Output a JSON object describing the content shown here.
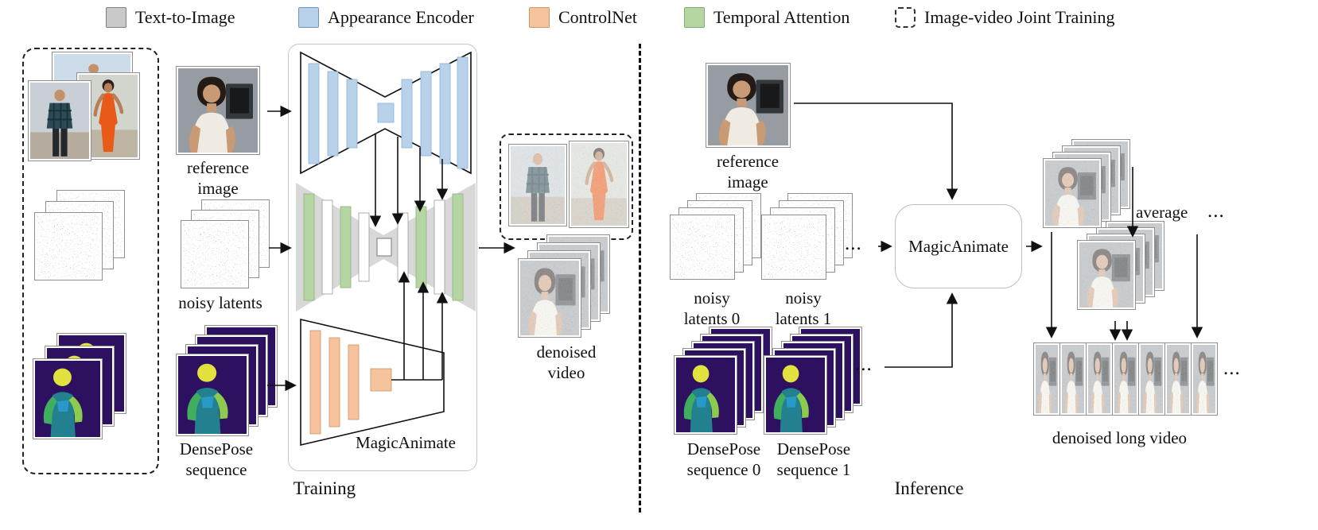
{
  "legend": {
    "items": [
      {
        "label": "Text-to-Image",
        "color": "#c9c9c9"
      },
      {
        "label": "Appearance Encoder",
        "color": "#b9d2ec"
      },
      {
        "label": "ControlNet",
        "color": "#f6c39c"
      },
      {
        "label": "Temporal Attention",
        "color": "#b5d6a2"
      },
      {
        "label": "Image-video Joint Training",
        "style": "dashed"
      }
    ]
  },
  "training": {
    "section_label": "Training",
    "reference_image_label": "reference image",
    "noisy_latents_label": "noisy latents",
    "densepose_label": "DensePose sequence",
    "model_label": "MagicAnimate",
    "output_label": "denoised video"
  },
  "inference": {
    "section_label": "Inference",
    "reference_image_label": "reference image",
    "noisy_latents_0_label": "noisy latents 0",
    "noisy_latents_1_label": "noisy latents 1",
    "densepose_0_label": "DensePose sequence 0",
    "densepose_1_label": "DensePose sequence 1",
    "model_label": "MagicAnimate",
    "average_label": "average",
    "output_label": "denoised long video",
    "dots": "..."
  }
}
